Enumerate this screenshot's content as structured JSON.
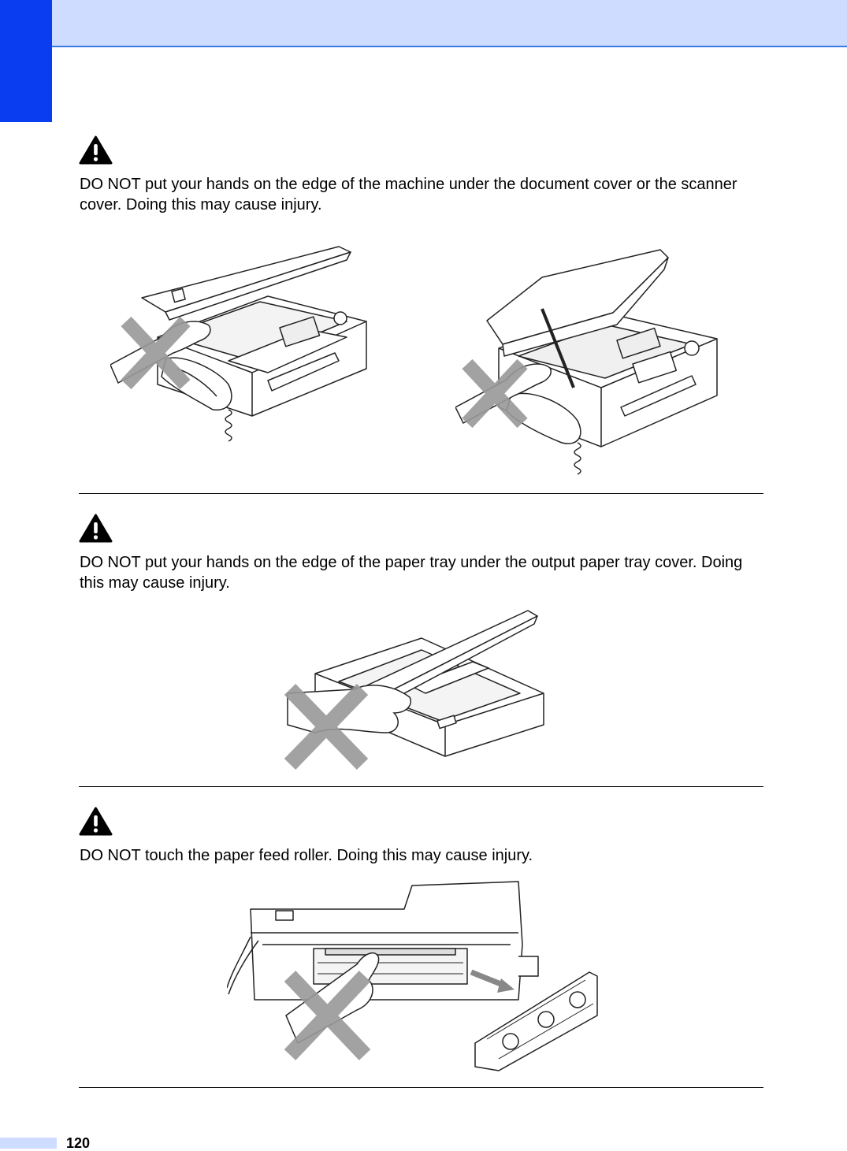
{
  "page": {
    "number": "120"
  },
  "warnings": [
    {
      "text": "DO NOT put your hands on the edge of the machine under the document cover or the scanner cover. Doing this may cause injury."
    },
    {
      "text": "DO NOT put your hands on the edge of the paper tray under the output paper tray cover. Doing this may cause injury."
    },
    {
      "text": "DO NOT touch the paper feed roller. Doing this may cause injury."
    }
  ],
  "icons": {
    "warning": "warning-triangle-icon",
    "prohibited": "cross-mark-icon"
  },
  "colors": {
    "header_band": "#cddcff",
    "tab_block": "#0a3cf0",
    "cross_mark": "#999999"
  }
}
